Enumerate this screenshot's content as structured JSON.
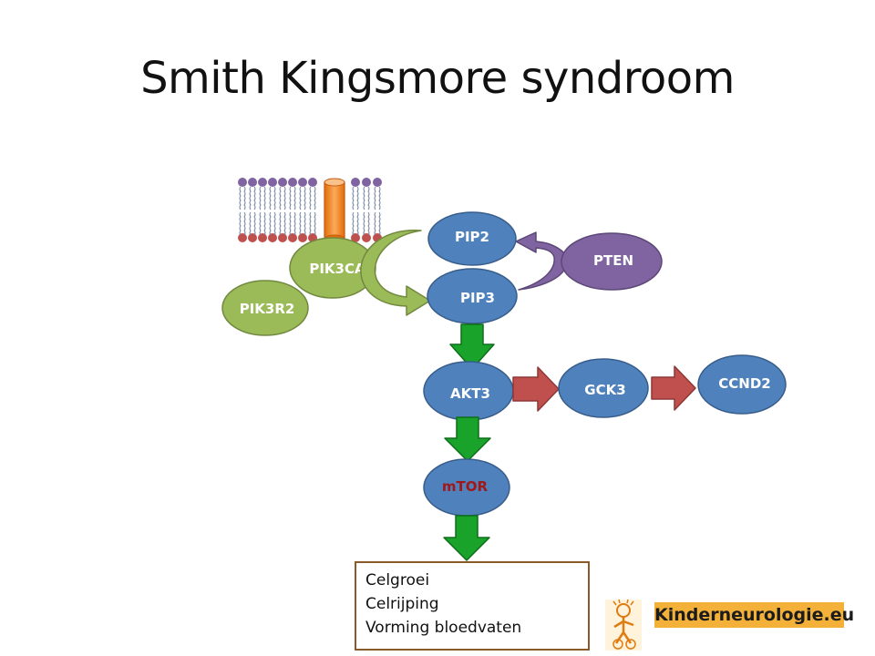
{
  "title": "Smith Kingsmore syndroom",
  "nodes": {
    "pip2": "PIP2",
    "pip3": "PIP3",
    "pten": "PTEN",
    "pik3ca": "PIK3CA",
    "pik3r2": "PIK3R2",
    "akt3": "AKT3",
    "gck3": "GCK3",
    "ccnd2": "CCND2",
    "mtor": "mTOR"
  },
  "outcomes": [
    "Celgroei",
    "Celrijping",
    "Vorming bloedvaten"
  ],
  "logo": {
    "text": "Kinderneurologie.eu"
  },
  "colors": {
    "blue_node": "#4f81bd",
    "green_node": "#9bbb59",
    "purple_node": "#8064a2",
    "green_arrow": "#19a32a",
    "red_arrow": "#c0504d",
    "mtor_text": "#a01818",
    "logo_bg": "#f4b13a"
  }
}
